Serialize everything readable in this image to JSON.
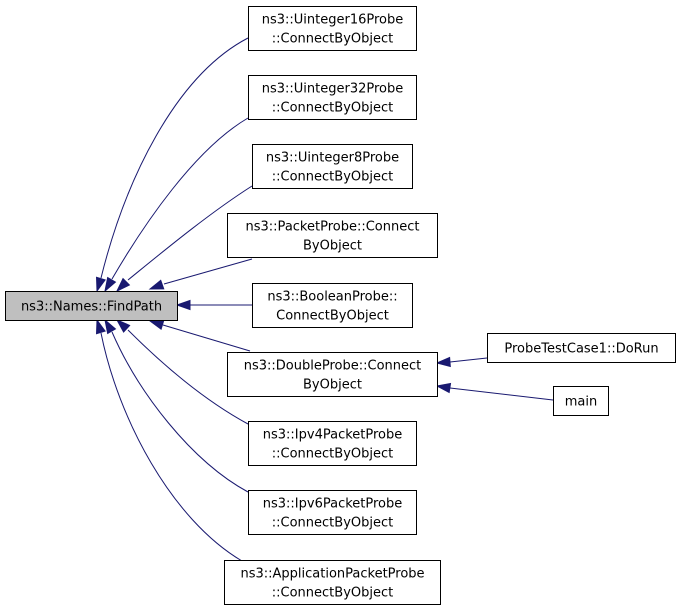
{
  "colors": {
    "edge": "#191970",
    "focus_fill": "#bfbfbf",
    "node_fill": "#ffffff",
    "border": "#000000"
  },
  "nodes": [
    {
      "id": "findpath",
      "lines": [
        "ns3::Names::FindPath"
      ],
      "focus": true
    },
    {
      "id": "uint16",
      "lines": [
        "ns3::Uinteger16Probe",
        "::ConnectByObject"
      ]
    },
    {
      "id": "uint32",
      "lines": [
        "ns3::Uinteger32Probe",
        "::ConnectByObject"
      ]
    },
    {
      "id": "uint8",
      "lines": [
        "ns3::Uinteger8Probe",
        "::ConnectByObject"
      ]
    },
    {
      "id": "packet",
      "lines": [
        "ns3::PacketProbe::Connect",
        "ByObject"
      ]
    },
    {
      "id": "boolean",
      "lines": [
        "ns3::BooleanProbe::",
        "ConnectByObject"
      ]
    },
    {
      "id": "double",
      "lines": [
        "ns3::DoubleProbe::Connect",
        "ByObject"
      ]
    },
    {
      "id": "ipv4",
      "lines": [
        "ns3::Ipv4PacketProbe",
        "::ConnectByObject"
      ]
    },
    {
      "id": "ipv6",
      "lines": [
        "ns3::Ipv6PacketProbe",
        "::ConnectByObject"
      ]
    },
    {
      "id": "app",
      "lines": [
        "ns3::ApplicationPacketProbe",
        "::ConnectByObject"
      ]
    },
    {
      "id": "dorun",
      "lines": [
        "ProbeTestCase1::DoRun"
      ]
    },
    {
      "id": "main",
      "lines": [
        "main"
      ]
    }
  ],
  "edges": [
    {
      "from": "uint16",
      "to": "findpath"
    },
    {
      "from": "uint32",
      "to": "findpath"
    },
    {
      "from": "uint8",
      "to": "findpath"
    },
    {
      "from": "packet",
      "to": "findpath"
    },
    {
      "from": "boolean",
      "to": "findpath"
    },
    {
      "from": "double",
      "to": "findpath"
    },
    {
      "from": "ipv4",
      "to": "findpath"
    },
    {
      "from": "ipv6",
      "to": "findpath"
    },
    {
      "from": "app",
      "to": "findpath"
    },
    {
      "from": "dorun",
      "to": "double"
    },
    {
      "from": "main",
      "to": "double"
    }
  ]
}
